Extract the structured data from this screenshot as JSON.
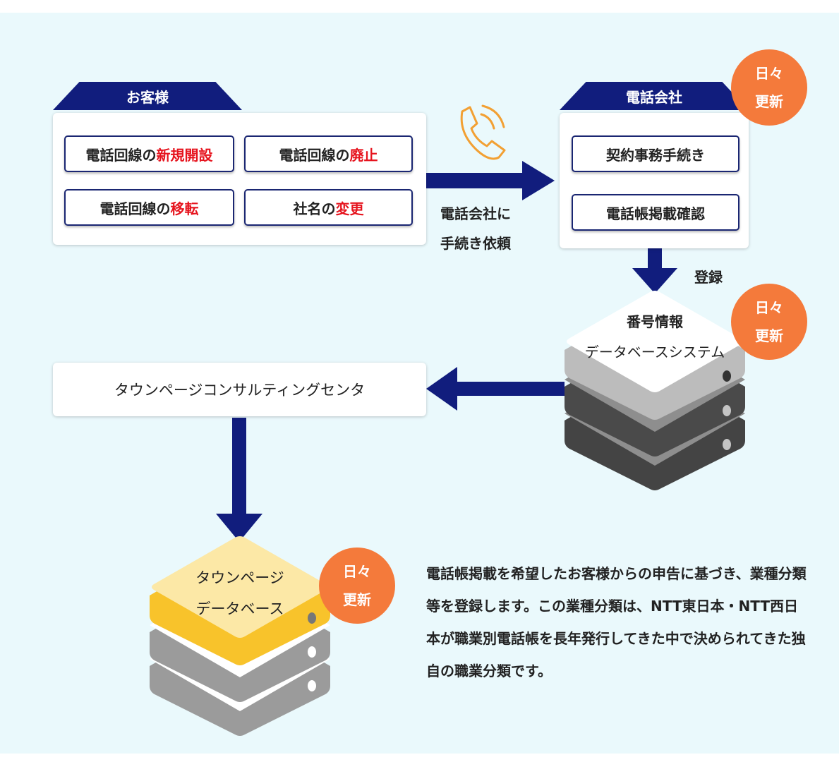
{
  "customer": {
    "tab": "お客様",
    "items": [
      {
        "prefix": "電話回線の",
        "highlight": "新規開設"
      },
      {
        "prefix": "電話回線の",
        "highlight": "廃止"
      },
      {
        "prefix": "電話回線の",
        "highlight": "移転"
      },
      {
        "prefix": "社名の",
        "highlight": "変更"
      }
    ]
  },
  "arrow_label": {
    "line1": "電話会社に",
    "line2": "手続き依頼"
  },
  "phone_company": {
    "tab": "電話会社",
    "items": [
      "契約事務手続き",
      "電話帳掲載確認"
    ]
  },
  "register_label": "登録",
  "badges": [
    {
      "line1": "日々",
      "line2": "更新"
    },
    {
      "line1": "日々",
      "line2": "更新"
    },
    {
      "line1": "日々",
      "line2": "更新"
    }
  ],
  "number_db": {
    "line1": "番号情報",
    "line2": "データベースシステム"
  },
  "center": "タウンページコンサルティングセンタ",
  "townpage_db": {
    "line1": "タウンページ",
    "line2": "データベース"
  },
  "description": "電話帳掲載を希望したお客様からの申告に基づき、業種分類等を登録します。この業種分類は、NTT東日本・NTT西日本が職業別電話帳を長年発行してきた中で決められてきた独自の職業分類です。",
  "colors": {
    "navy": "#111d7d",
    "highlight_red": "#e6141e",
    "badge_orange": "#f47a3b",
    "background": "#eaf9fc",
    "phone_icon": "#f2a033"
  },
  "icons": [
    "phone-call-icon",
    "arrow-right-icon",
    "arrow-down-icon",
    "arrow-left-icon",
    "database-server-icon"
  ]
}
